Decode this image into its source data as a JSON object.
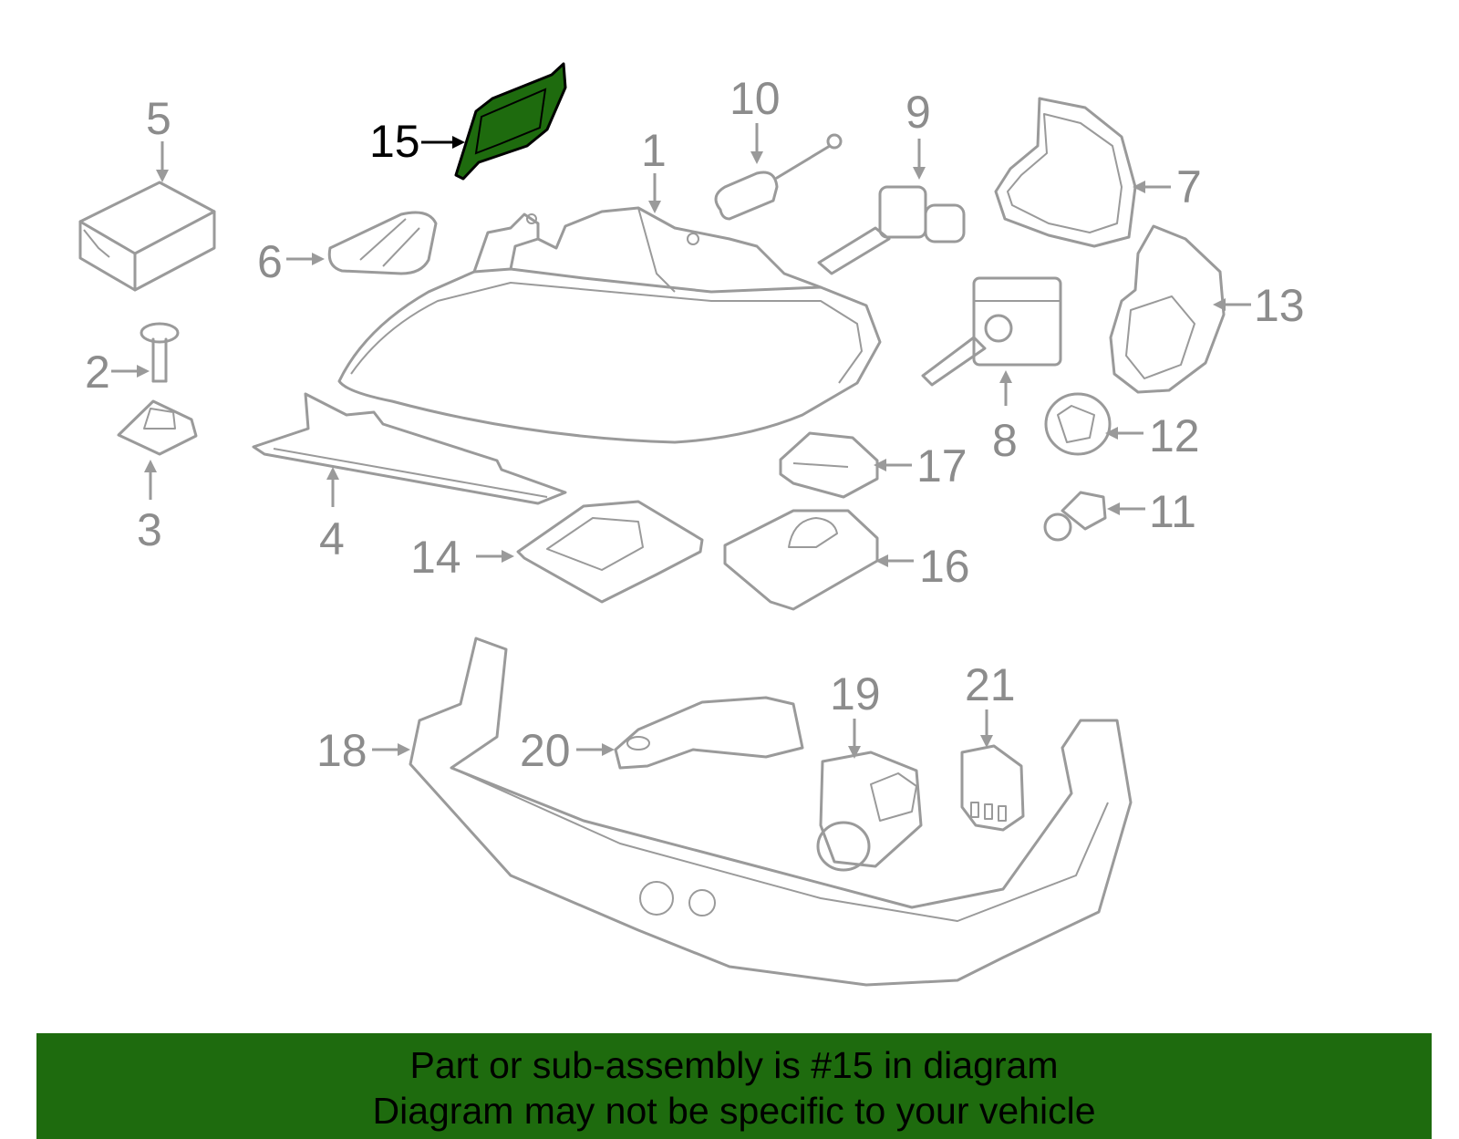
{
  "diagram": {
    "highlighted_part": "15",
    "highlight_color": "#1e6b0e",
    "callout_labels": [
      "1",
      "2",
      "3",
      "4",
      "5",
      "6",
      "7",
      "8",
      "9",
      "10",
      "11",
      "12",
      "13",
      "14",
      "15",
      "16",
      "17",
      "18",
      "19",
      "20",
      "21"
    ]
  },
  "banner": {
    "line1": "Part or sub-assembly is #15 in diagram",
    "line2": "Diagram may not be specific to your vehicle",
    "color": "#1e6b0e"
  }
}
